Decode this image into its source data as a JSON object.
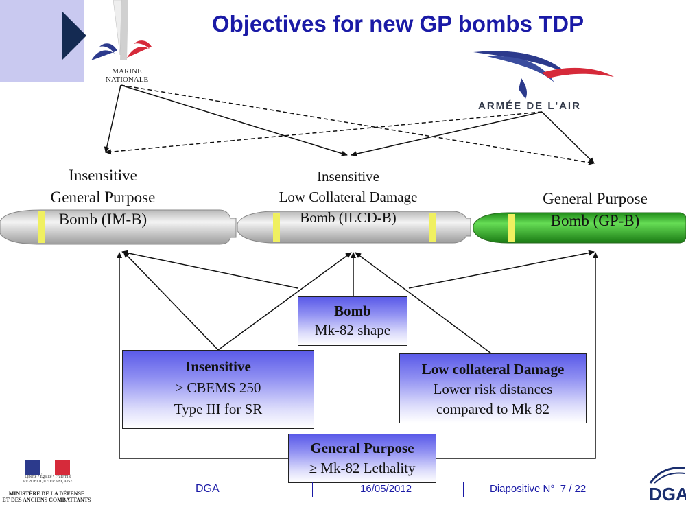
{
  "title": "Objectives for new GP bombs TDP",
  "logos": {
    "marine": [
      "MARINE",
      "NATIONALE"
    ],
    "armee": "ARMÉE DE L'AIR",
    "republic": [
      "Liberté • Égalité • Fraternité",
      "RÉPUBLIQUE FRANÇAISE"
    ],
    "ministry": [
      "MINISTÈRE DE LA DÉFENSE",
      "ET DES ANCIENS COMBATTANTS"
    ],
    "dga": "DGA"
  },
  "bombs": [
    {
      "lines": [
        "Insensitive",
        "General Purpose",
        "Bomb (IM-B)"
      ],
      "color": "#dcdcdc"
    },
    {
      "lines": [
        "Insensitive",
        "Low Collateral Damage",
        "Bomb (ILCD-B)"
      ],
      "color": "#dcdcdc"
    },
    {
      "lines": [
        "General Purpose",
        "Bomb (GP-B)"
      ],
      "color": "#3fbf2f"
    }
  ],
  "requirements": {
    "bomb": {
      "title": "Bomb",
      "lines": [
        "Mk-82 shape"
      ]
    },
    "insensitive": {
      "title": "Insensitive",
      "lines": [
        "≥ CBEMS 250",
        "Type III for SR"
      ]
    },
    "low_collateral": {
      "title": "Low collateral Damage",
      "lines": [
        "Lower risk distances",
        "compared to Mk 82"
      ]
    },
    "general_purpose": {
      "title": "General Purpose",
      "lines": [
        "≥ Mk-82 Lethality"
      ]
    }
  },
  "footer": {
    "org": "DGA",
    "date": "16/05/2012",
    "slide": "Diapositive N°  7 / 22"
  },
  "colors": {
    "title": "#1a1aa6",
    "box_gradient_top": "#5a5ae8",
    "bomb_grey": "#dcdcdc",
    "bomb_green": "#3fbf2f",
    "stripe": "#f0f060"
  }
}
